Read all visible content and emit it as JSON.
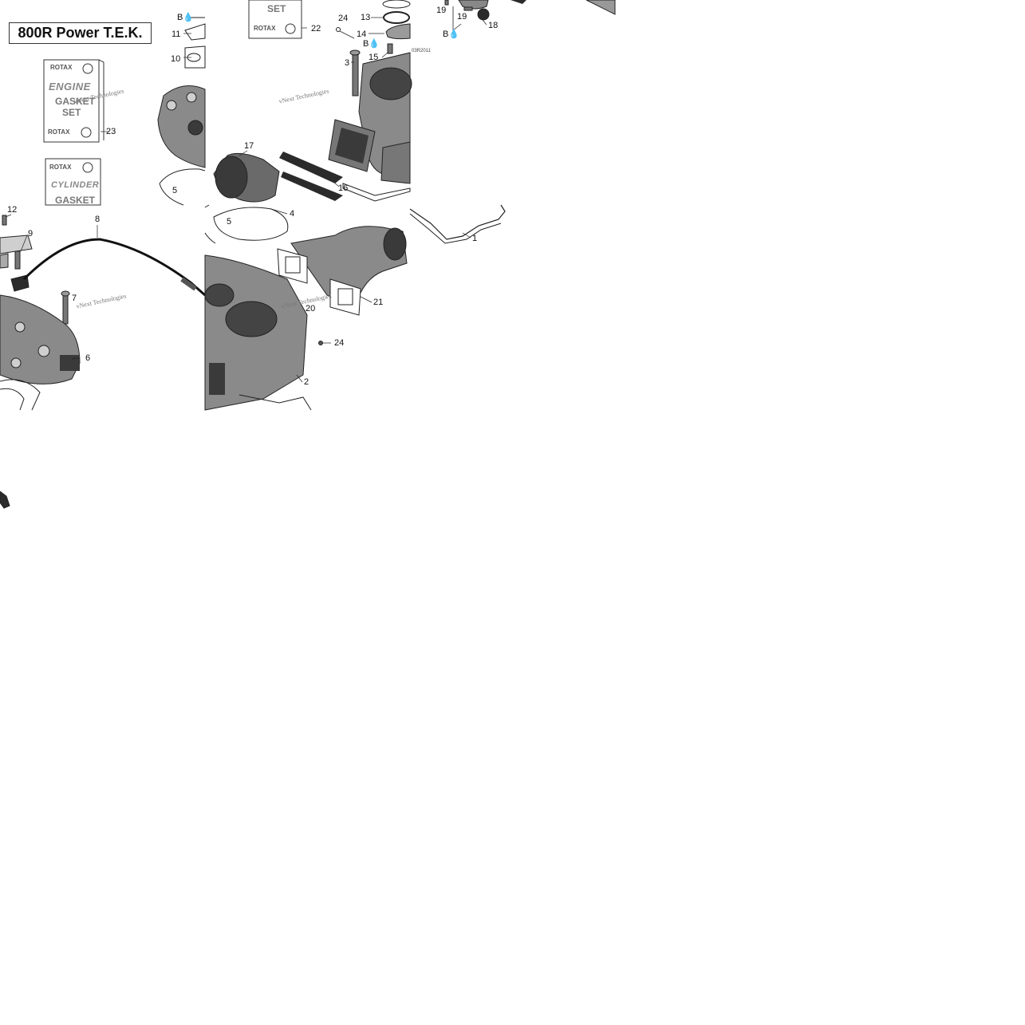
{
  "title": "800R Power T.E.K.",
  "watermark": "vNext Technologies",
  "diagram_code": "03R2011",
  "kit_labels": {
    "rotax": "ROTAX",
    "engine": "ENGINE",
    "cylinder": "CYLINDER",
    "gasket": "GASKET",
    "set": "SET"
  },
  "callouts": {
    "c1": "1",
    "c2": "2",
    "c3": "3",
    "c4": "4",
    "c5a": "5",
    "c5b": "5",
    "c6": "6",
    "c7": "7",
    "c8": "8",
    "c9": "9",
    "c10": "10",
    "c11": "11",
    "c12": "12",
    "c13": "13",
    "c14": "14",
    "c15": "15",
    "c16": "16",
    "c17": "17",
    "c18": "18",
    "c19a": "19",
    "c19b": "19",
    "c20": "20",
    "c21": "21",
    "c22": "22",
    "c23": "23",
    "c24a": "24",
    "c24b": "24",
    "ba": "B",
    "bb": "B",
    "bc": "B"
  },
  "colors": {
    "part_fill": "#8a8a8a",
    "part_dark": "#2b2b2b",
    "line": "#222222"
  }
}
